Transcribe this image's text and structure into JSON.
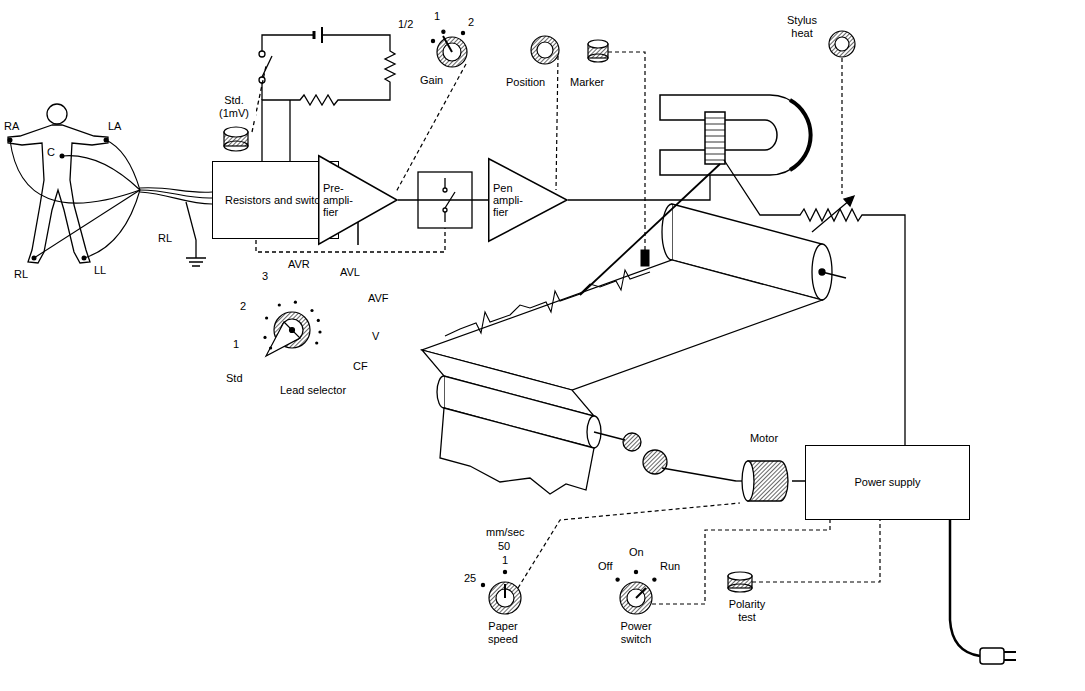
{
  "diagram": {
    "nodes": [
      {
        "text": [
          "Resistors and switch"
        ]
      },
      {
        "text": [
          "Pre- ampli- fier"
        ]
      },
      {
        "text": [
          "Pen ampli- fier"
        ]
      },
      {
        "text": [
          "Motor"
        ]
      },
      {
        "text": [
          "Power supply"
        ]
      }
    ],
    "edges": [
      {
        "from": 0,
        "to": 1,
        "arrow": "none"
      },
      {
        "from": 1,
        "to": 2,
        "arrow": "none"
      },
      {
        "from": 3,
        "to": 4,
        "arrow": "none"
      }
    ],
    "labels": [
      "RA",
      "C",
      "LA",
      "RL",
      "LL",
      "RL",
      "Std. (1mV)",
      "1/2",
      "1",
      "2",
      "Gain",
      "Position",
      "Marker",
      "Stylus heat",
      "3",
      "AVR",
      "AVL",
      "AVF",
      "2",
      "1",
      "Std",
      "V",
      "CF",
      "Lead selector",
      "mm/sec",
      "50",
      "1",
      "25",
      "Paper speed",
      "Off",
      "On",
      "Run",
      "Power switch",
      "Polarity test"
    ]
  }
}
